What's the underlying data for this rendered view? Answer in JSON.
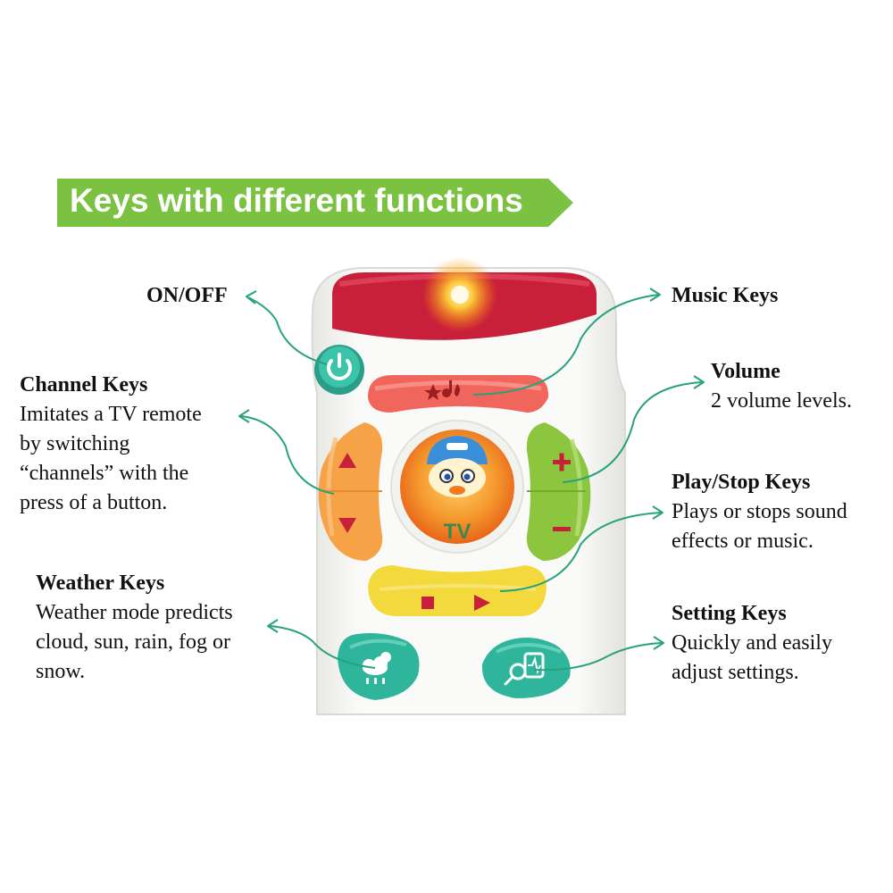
{
  "banner": {
    "title": "Keys with different functions",
    "color": "#7cc242"
  },
  "labels": {
    "on_off": {
      "title": "ON/OFF"
    },
    "music": {
      "title": "Music Keys"
    },
    "channel": {
      "title": "Channel Keys",
      "lines": [
        "Imitates a TV remote",
        "by switching",
        "“channels” with the",
        "press of a button."
      ]
    },
    "volume": {
      "title": "Volume",
      "lines": [
        "2 volume levels."
      ]
    },
    "play_stop": {
      "title": "Play/Stop Keys",
      "lines": [
        "Plays or stops sound",
        "effects or music."
      ]
    },
    "weather": {
      "title": "Weather Keys",
      "lines": [
        "Weather mode predicts",
        "cloud, sun, rain, fog or",
        "snow."
      ]
    },
    "setting": {
      "title": "Setting Keys",
      "lines": [
        "Quickly and easily",
        "adjust settings."
      ]
    }
  },
  "remote": {
    "center_logo_text": "TV",
    "colors": {
      "body": "#f4f4f2",
      "top_band": "#c8203a",
      "music_key": "#f0665c",
      "channel_key": "#f6a247",
      "volume_key": "#8cc63f",
      "play_key": "#f4d93c",
      "teal_key": "#2fb59c",
      "center_disc": "#f07a1e",
      "arrow_line": "#27a27b"
    },
    "icons": [
      "power-icon",
      "music-notes-icon",
      "up-triangle-icon",
      "down-triangle-icon",
      "plus-icon",
      "minus-icon",
      "stop-square-icon",
      "play-triangle-icon",
      "weather-cloud-sun-icon",
      "settings-magnifier-icon",
      "duck-character-icon"
    ]
  }
}
